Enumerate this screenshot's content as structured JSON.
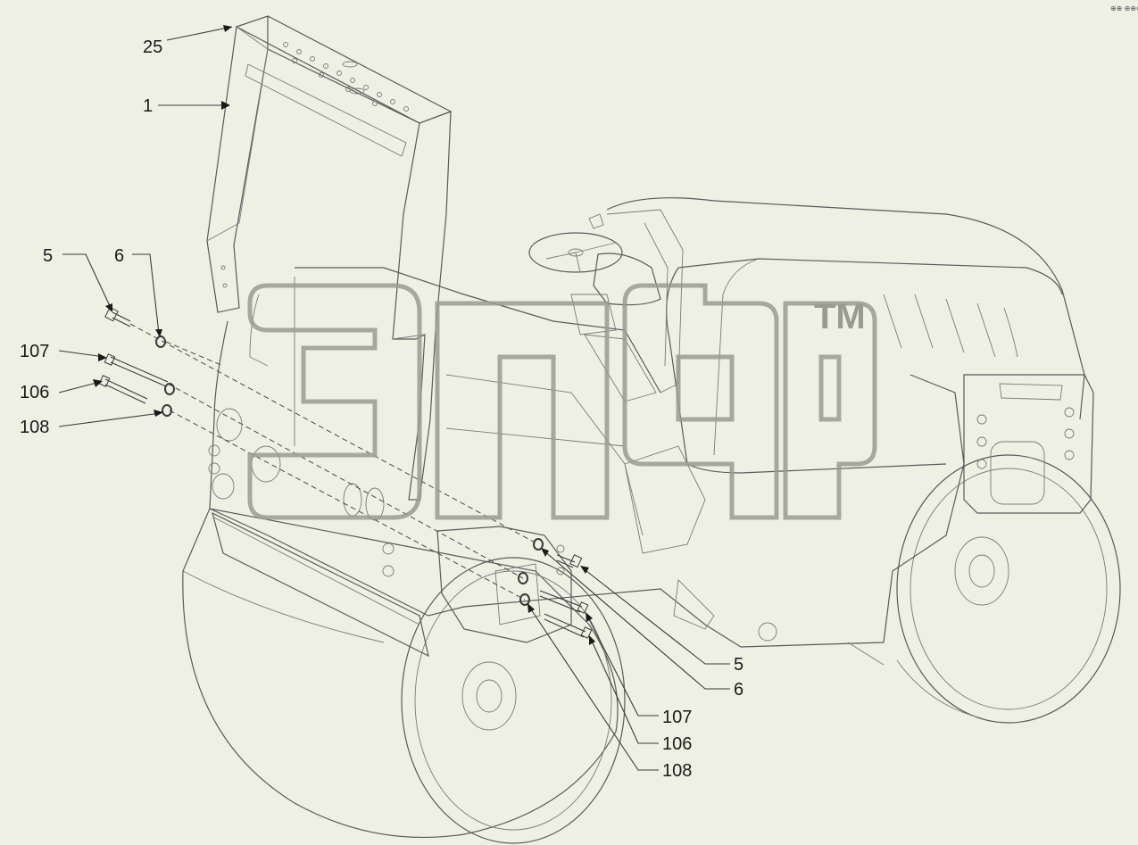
{
  "figure": {
    "corner_mark": "⊕⊕ ⊕⊕⊕",
    "watermark_mark": "TM",
    "callouts_left": [
      "25",
      "1",
      "5",
      "6",
      "107",
      "106",
      "108"
    ],
    "callouts_right": [
      "5",
      "6",
      "107",
      "106",
      "108"
    ]
  }
}
